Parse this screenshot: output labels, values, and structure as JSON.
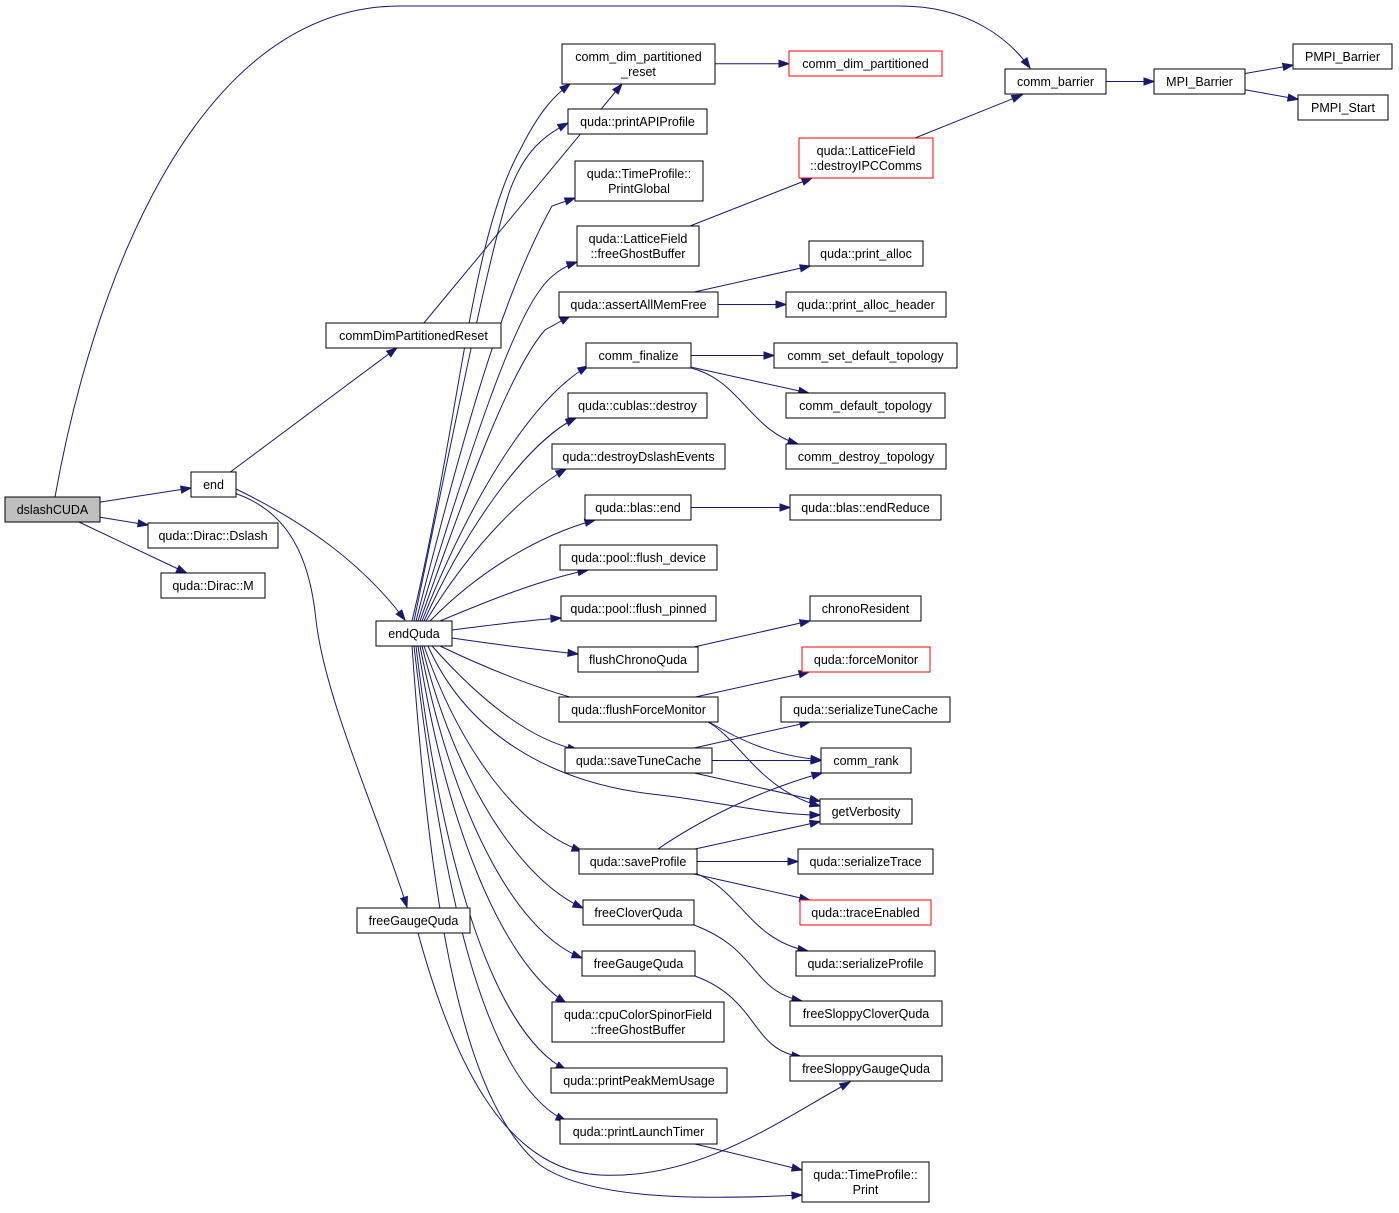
{
  "diagram": {
    "type": "call-graph",
    "colors": {
      "edge": "#191970",
      "node_border": "#000000",
      "node_border_external": "#ff0000",
      "root_fill": "#bfbfbf",
      "background": "#ffffff"
    },
    "nodes": [
      {
        "id": "dslashCUDA",
        "lines": [
          "dslashCUDA"
        ],
        "style": "root"
      },
      {
        "id": "end",
        "lines": [
          "end"
        ]
      },
      {
        "id": "quda_Dirac_Dslash",
        "lines": [
          "quda::Dirac::Dslash"
        ]
      },
      {
        "id": "quda_Dirac_M",
        "lines": [
          "quda::Dirac::M"
        ]
      },
      {
        "id": "commDimPartitionedReset",
        "lines": [
          "commDimPartitionedReset"
        ]
      },
      {
        "id": "endQuda",
        "lines": [
          "endQuda"
        ]
      },
      {
        "id": "freeGaugeQuda_l",
        "lines": [
          "freeGaugeQuda"
        ]
      },
      {
        "id": "comm_dim_partitioned_reset",
        "lines": [
          "comm_dim_partitioned",
          "_reset"
        ]
      },
      {
        "id": "printAPIProfile",
        "lines": [
          "quda::printAPIProfile"
        ]
      },
      {
        "id": "TimeProfile_PrintGlobal",
        "lines": [
          "quda::TimeProfile::",
          "PrintGlobal"
        ]
      },
      {
        "id": "LatticeField_freeGhostBuffer",
        "lines": [
          "quda::LatticeField",
          "::freeGhostBuffer"
        ]
      },
      {
        "id": "assertAllMemFree",
        "lines": [
          "quda::assertAllMemFree"
        ]
      },
      {
        "id": "comm_finalize",
        "lines": [
          "comm_finalize"
        ]
      },
      {
        "id": "cublas_destroy",
        "lines": [
          "quda::cublas::destroy"
        ]
      },
      {
        "id": "destroyDslashEvents",
        "lines": [
          "quda::destroyDslashEvents"
        ]
      },
      {
        "id": "blas_end",
        "lines": [
          "quda::blas::end"
        ]
      },
      {
        "id": "pool_flush_device",
        "lines": [
          "quda::pool::flush_device"
        ]
      },
      {
        "id": "pool_flush_pinned",
        "lines": [
          "quda::pool::flush_pinned"
        ]
      },
      {
        "id": "flushChronoQuda",
        "lines": [
          "flushChronoQuda"
        ]
      },
      {
        "id": "flushForceMonitor",
        "lines": [
          "quda::flushForceMonitor"
        ]
      },
      {
        "id": "saveTuneCache",
        "lines": [
          "quda::saveTuneCache"
        ]
      },
      {
        "id": "saveProfile",
        "lines": [
          "quda::saveProfile"
        ]
      },
      {
        "id": "freeCloverQuda",
        "lines": [
          "freeCloverQuda"
        ]
      },
      {
        "id": "freeGaugeQuda_m",
        "lines": [
          "freeGaugeQuda"
        ]
      },
      {
        "id": "cpuColorSpinorField_freeGhostBuffer",
        "lines": [
          "quda::cpuColorSpinorField",
          "::freeGhostBuffer"
        ]
      },
      {
        "id": "printPeakMemUsage",
        "lines": [
          "quda::printPeakMemUsage"
        ]
      },
      {
        "id": "printLaunchTimer",
        "lines": [
          "quda::printLaunchTimer"
        ]
      },
      {
        "id": "comm_dim_partitioned",
        "lines": [
          "comm_dim_partitioned"
        ],
        "style": "red"
      },
      {
        "id": "LatticeField_destroyIPCComms",
        "lines": [
          "quda::LatticeField",
          "::destroyIPCComms"
        ],
        "style": "red"
      },
      {
        "id": "print_alloc",
        "lines": [
          "quda::print_alloc"
        ]
      },
      {
        "id": "print_alloc_header",
        "lines": [
          "quda::print_alloc_header"
        ]
      },
      {
        "id": "comm_set_default_topology",
        "lines": [
          "comm_set_default_topology"
        ]
      },
      {
        "id": "comm_default_topology",
        "lines": [
          "comm_default_topology"
        ]
      },
      {
        "id": "comm_destroy_topology",
        "lines": [
          "comm_destroy_topology"
        ]
      },
      {
        "id": "blas_endReduce",
        "lines": [
          "quda::blas::endReduce"
        ]
      },
      {
        "id": "chronoResident",
        "lines": [
          "chronoResident"
        ]
      },
      {
        "id": "forceMonitor",
        "lines": [
          "quda::forceMonitor"
        ],
        "style": "red"
      },
      {
        "id": "serializeTuneCache",
        "lines": [
          "quda::serializeTuneCache"
        ]
      },
      {
        "id": "comm_rank",
        "lines": [
          "comm_rank"
        ]
      },
      {
        "id": "getVerbosity",
        "lines": [
          "getVerbosity"
        ]
      },
      {
        "id": "serializeTrace",
        "lines": [
          "quda::serializeTrace"
        ]
      },
      {
        "id": "traceEnabled",
        "lines": [
          "quda::traceEnabled"
        ],
        "style": "red"
      },
      {
        "id": "serializeProfile",
        "lines": [
          "quda::serializeProfile"
        ]
      },
      {
        "id": "freeSloppyCloverQuda",
        "lines": [
          "freeSloppyCloverQuda"
        ]
      },
      {
        "id": "freeSloppyGaugeQuda",
        "lines": [
          "freeSloppyGaugeQuda"
        ]
      },
      {
        "id": "TimeProfile_Print",
        "lines": [
          "quda::TimeProfile::",
          "Print"
        ]
      },
      {
        "id": "comm_barrier",
        "lines": [
          "comm_barrier"
        ]
      },
      {
        "id": "MPI_Barrier",
        "lines": [
          "MPI_Barrier"
        ]
      },
      {
        "id": "PMPI_Barrier",
        "lines": [
          "PMPI_Barrier"
        ]
      },
      {
        "id": "PMPI_Start",
        "lines": [
          "PMPI_Start"
        ]
      }
    ],
    "edges": [
      {
        "from": "dslashCUDA",
        "to": "comm_barrier"
      },
      {
        "from": "dslashCUDA",
        "to": "end"
      },
      {
        "from": "dslashCUDA",
        "to": "quda_Dirac_Dslash"
      },
      {
        "from": "dslashCUDA",
        "to": "quda_Dirac_M"
      },
      {
        "from": "end",
        "to": "commDimPartitionedReset"
      },
      {
        "from": "end",
        "to": "endQuda"
      },
      {
        "from": "end",
        "to": "freeGaugeQuda_l"
      },
      {
        "from": "commDimPartitionedReset",
        "to": "comm_dim_partitioned_reset"
      },
      {
        "from": "comm_dim_partitioned_reset",
        "to": "comm_dim_partitioned"
      },
      {
        "from": "endQuda",
        "to": "printAPIProfile"
      },
      {
        "from": "endQuda",
        "to": "TimeProfile_PrintGlobal"
      },
      {
        "from": "endQuda",
        "to": "LatticeField_freeGhostBuffer"
      },
      {
        "from": "endQuda",
        "to": "assertAllMemFree"
      },
      {
        "from": "endQuda",
        "to": "comm_finalize"
      },
      {
        "from": "endQuda",
        "to": "cublas_destroy"
      },
      {
        "from": "endQuda",
        "to": "destroyDslashEvents"
      },
      {
        "from": "endQuda",
        "to": "blas_end"
      },
      {
        "from": "endQuda",
        "to": "pool_flush_device"
      },
      {
        "from": "endQuda",
        "to": "pool_flush_pinned"
      },
      {
        "from": "endQuda",
        "to": "flushChronoQuda"
      },
      {
        "from": "endQuda",
        "to": "flushForceMonitor"
      },
      {
        "from": "endQuda",
        "to": "saveTuneCache"
      },
      {
        "from": "endQuda",
        "to": "getVerbosity"
      },
      {
        "from": "endQuda",
        "to": "saveProfile"
      },
      {
        "from": "endQuda",
        "to": "freeCloverQuda"
      },
      {
        "from": "endQuda",
        "to": "freeGaugeQuda_m"
      },
      {
        "from": "endQuda",
        "to": "cpuColorSpinorField_freeGhostBuffer"
      },
      {
        "from": "endQuda",
        "to": "printPeakMemUsage"
      },
      {
        "from": "endQuda",
        "to": "printLaunchTimer"
      },
      {
        "from": "endQuda",
        "to": "TimeProfile_Print"
      },
      {
        "from": "endQuda",
        "to": "comm_dim_partitioned_reset"
      },
      {
        "from": "LatticeField_freeGhostBuffer",
        "to": "LatticeField_destroyIPCComms"
      },
      {
        "from": "LatticeField_destroyIPCComms",
        "to": "comm_barrier"
      },
      {
        "from": "assertAllMemFree",
        "to": "print_alloc"
      },
      {
        "from": "assertAllMemFree",
        "to": "print_alloc_header"
      },
      {
        "from": "comm_finalize",
        "to": "comm_set_default_topology"
      },
      {
        "from": "comm_finalize",
        "to": "comm_default_topology"
      },
      {
        "from": "comm_finalize",
        "to": "comm_destroy_topology"
      },
      {
        "from": "blas_end",
        "to": "blas_endReduce"
      },
      {
        "from": "flushChronoQuda",
        "to": "chronoResident"
      },
      {
        "from": "flushForceMonitor",
        "to": "forceMonitor"
      },
      {
        "from": "flushForceMonitor",
        "to": "comm_rank"
      },
      {
        "from": "flushForceMonitor",
        "to": "getVerbosity"
      },
      {
        "from": "saveTuneCache",
        "to": "serializeTuneCache"
      },
      {
        "from": "saveTuneCache",
        "to": "comm_rank"
      },
      {
        "from": "saveTuneCache",
        "to": "getVerbosity"
      },
      {
        "from": "saveProfile",
        "to": "comm_rank"
      },
      {
        "from": "saveProfile",
        "to": "getVerbosity"
      },
      {
        "from": "saveProfile",
        "to": "serializeTrace"
      },
      {
        "from": "saveProfile",
        "to": "traceEnabled"
      },
      {
        "from": "saveProfile",
        "to": "serializeProfile"
      },
      {
        "from": "freeCloverQuda",
        "to": "freeSloppyCloverQuda"
      },
      {
        "from": "freeGaugeQuda_m",
        "to": "freeSloppyGaugeQuda"
      },
      {
        "from": "freeGaugeQuda_l",
        "to": "freeSloppyGaugeQuda"
      },
      {
        "from": "printLaunchTimer",
        "to": "TimeProfile_Print"
      },
      {
        "from": "comm_barrier",
        "to": "MPI_Barrier"
      },
      {
        "from": "MPI_Barrier",
        "to": "PMPI_Barrier"
      },
      {
        "from": "MPI_Barrier",
        "to": "PMPI_Start"
      }
    ]
  }
}
